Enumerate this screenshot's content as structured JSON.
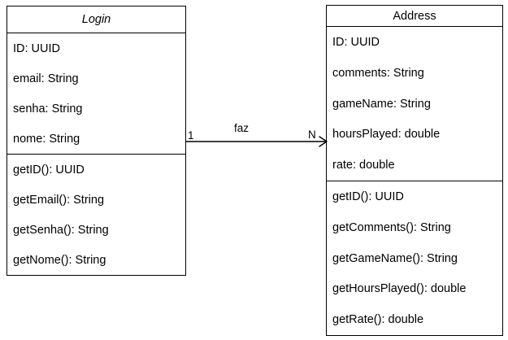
{
  "diagram": {
    "type": "uml-class-diagram",
    "background_color": "#ffffff",
    "line_color": "#000000"
  },
  "classes": [
    {
      "id": "login",
      "name": "Login",
      "title_style": "italic",
      "attributes": [
        "ID: UUID",
        "email: String",
        "senha: String",
        "nome: String"
      ],
      "methods": [
        "getID(): UUID",
        "getEmail(): String",
        "getSenha(): String",
        "getNome(): String"
      ]
    },
    {
      "id": "address",
      "name": "Address",
      "title_style": "normal",
      "attributes": [
        "ID: UUID",
        "comments: String",
        "gameName: String",
        "hoursPlayed: double",
        "rate: double"
      ],
      "methods": [
        "getID(): UUID",
        "getComments(): String",
        "getGameName(): String",
        "getHoursPlayed(): double",
        "getRate(): double"
      ]
    }
  ],
  "association": {
    "label": "faz",
    "source_class": "Login",
    "target_class": "Address",
    "source_multiplicity": "1",
    "target_multiplicity": "N",
    "arrow": "open-arrow-right"
  }
}
